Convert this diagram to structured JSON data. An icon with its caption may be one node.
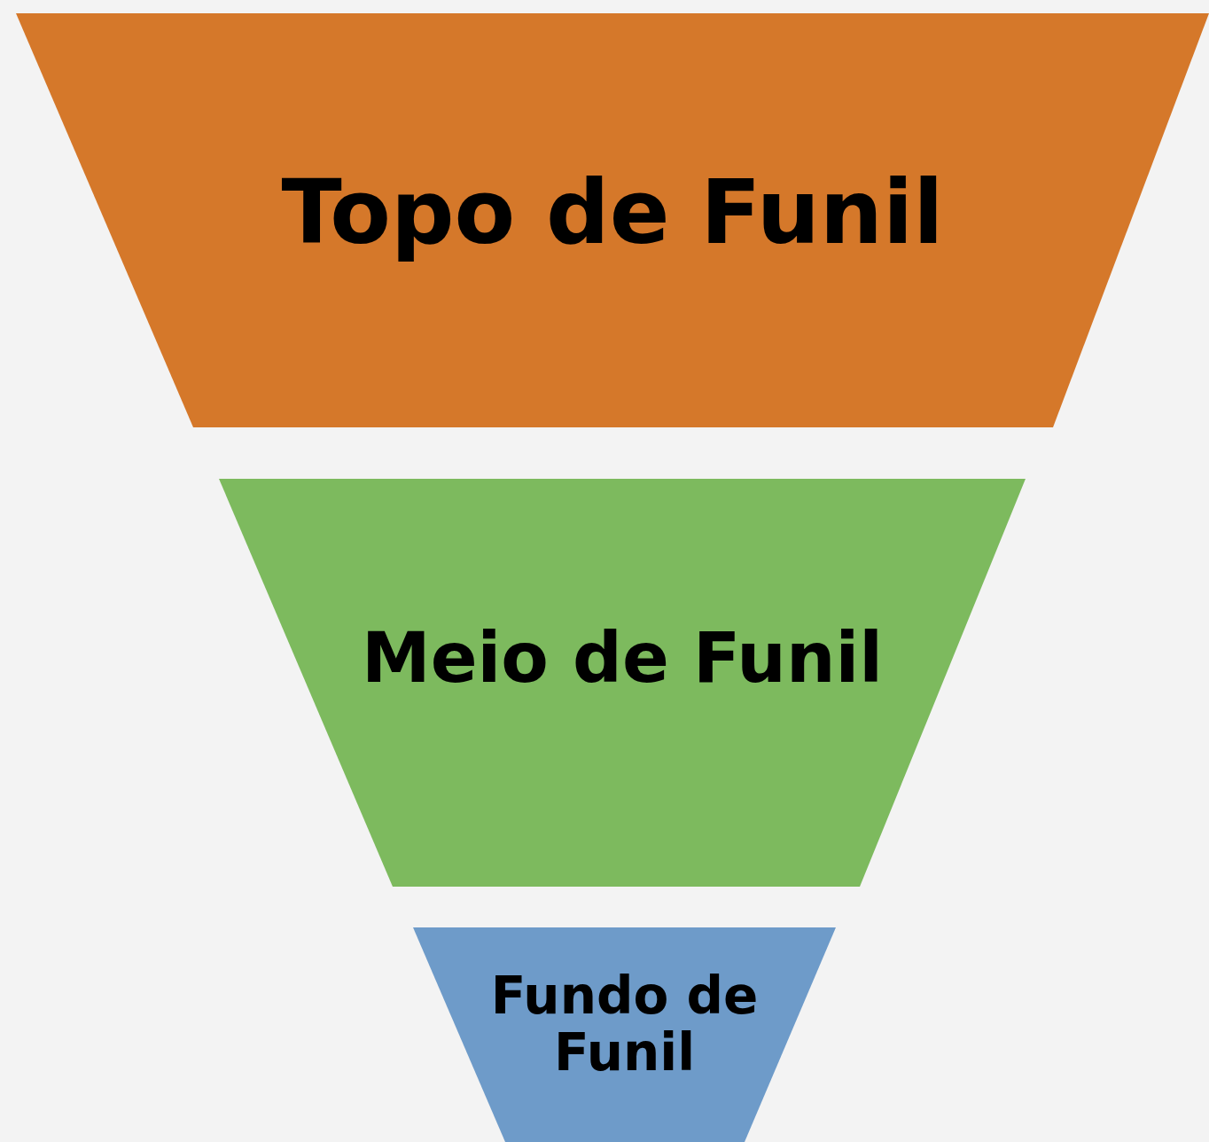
{
  "diagram": {
    "nodes": [
      {
        "text": [
          "Topo de Funil"
        ]
      },
      {
        "text": [
          "Meio de Funil"
        ]
      },
      {
        "text": [
          "Fundo de Funil"
        ]
      }
    ]
  }
}
